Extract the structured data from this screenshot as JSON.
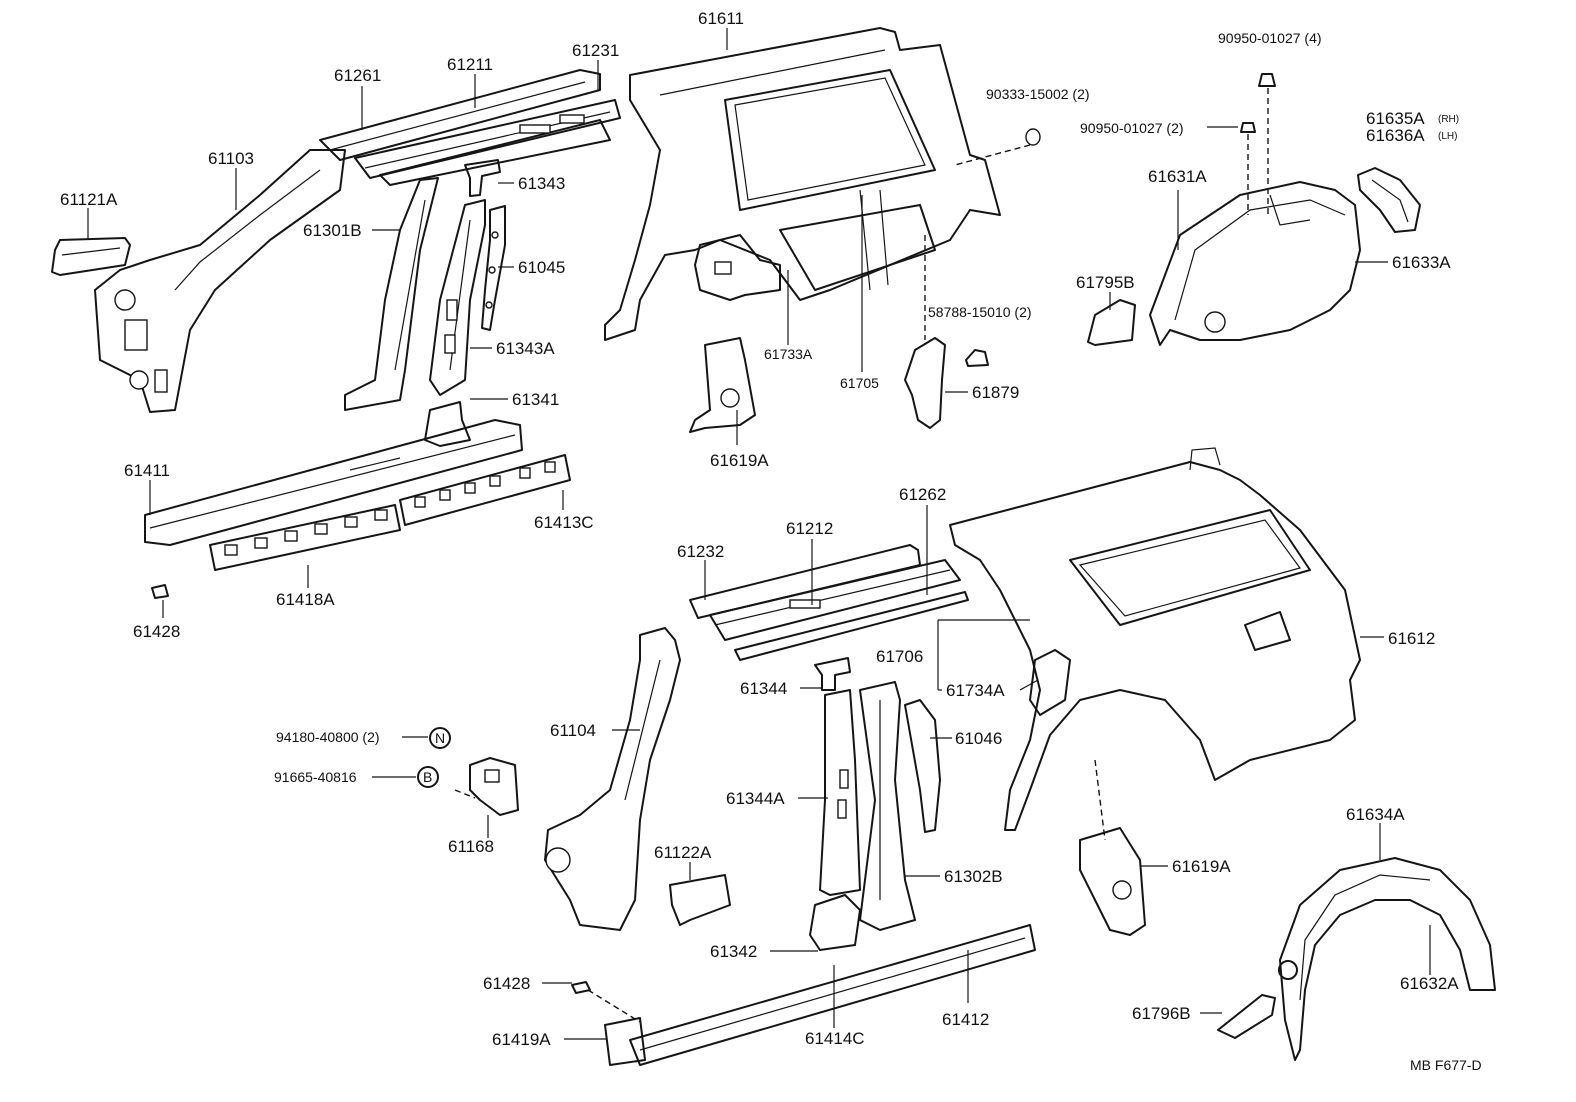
{
  "labels": {
    "p61611": "61611",
    "p61261": "61261",
    "p61211": "61211",
    "p61231": "61231",
    "p61103": "61103",
    "p61121A": "61121A",
    "p61301B": "61301B",
    "p61343": "61343",
    "p61045": "61045",
    "p61343A": "61343A",
    "p61341": "61341",
    "p61411": "61411",
    "p61413C": "61413C",
    "p61418A": "61418A",
    "p61428_top": "61428",
    "p90333": "90333-15002 (2)",
    "p90950_4": "90950-01027 (4)",
    "p90950_2": "90950-01027 (2)",
    "p61635A": "61635A",
    "p61635A_side": "(RH)",
    "p61636A": "61636A",
    "p61636A_side": "(LH)",
    "p61631A": "61631A",
    "p61633A": "61633A",
    "p61795B": "61795B",
    "p61733A": "61733A",
    "p61705": "61705",
    "p58788": "58788-15010 (2)",
    "p61879": "61879",
    "p61619A_top": "61619A",
    "p61262": "61262",
    "p61212": "61212",
    "p61232": "61232",
    "p61706": "61706",
    "p61734A": "61734A",
    "p61612": "61612",
    "p61344": "61344",
    "p61046": "61046",
    "p61104": "61104",
    "p94180": "94180-40800 (2)",
    "p91665": "91665-40816",
    "p61168": "61168",
    "p61344A": "61344A",
    "p61122A": "61122A",
    "p61302B": "61302B",
    "p61619A_bot": "61619A",
    "p61634A": "61634A",
    "p61632A": "61632A",
    "p61342": "61342",
    "p61428_bot": "61428",
    "p61412": "61412",
    "p61419A": "61419A",
    "p61414C": "61414C",
    "p61796B": "61796B",
    "sym_N": "N",
    "sym_B": "B",
    "footer": "MB  F677-D"
  }
}
